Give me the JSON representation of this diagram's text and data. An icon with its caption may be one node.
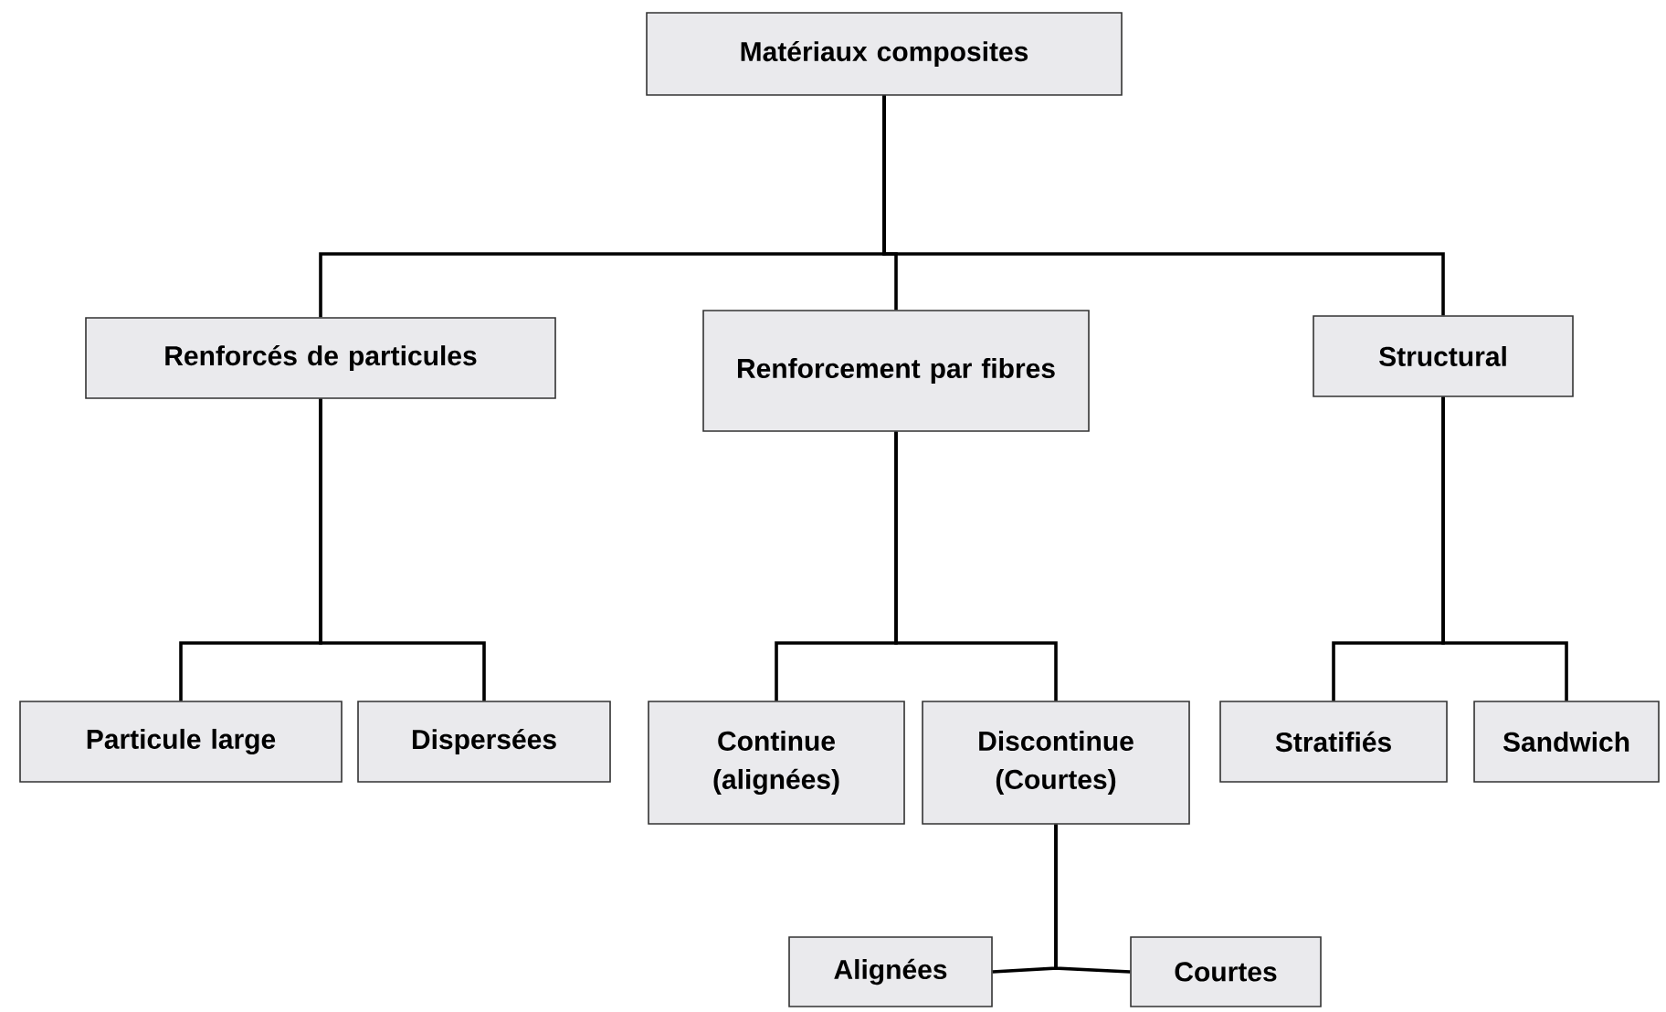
{
  "diagram": {
    "nodes": [
      {
        "text": [
          "Matériaux composites"
        ]
      },
      {
        "text": [
          "Renforcés de particules"
        ]
      },
      {
        "text": [
          "Renforcement par fibres"
        ]
      },
      {
        "text": [
          "Structural"
        ]
      },
      {
        "text": [
          "Particule large"
        ]
      },
      {
        "text": [
          "Dispersées"
        ]
      },
      {
        "text": [
          "Continue (alignées)"
        ]
      },
      {
        "text": [
          "Discontinue (Courtes)"
        ]
      },
      {
        "text": [
          "Stratifiés"
        ]
      },
      {
        "text": [
          "Sandwich"
        ]
      },
      {
        "text": [
          "Alignées"
        ]
      },
      {
        "text": [
          "Courtes"
        ]
      }
    ],
    "edges": [
      {
        "from": 0,
        "to": 1,
        "arrow": "none"
      },
      {
        "from": 0,
        "to": 2,
        "arrow": "none"
      },
      {
        "from": 0,
        "to": 3,
        "arrow": "none"
      },
      {
        "from": 1,
        "to": 4,
        "arrow": "none"
      },
      {
        "from": 1,
        "to": 5,
        "arrow": "none"
      },
      {
        "from": 2,
        "to": 6,
        "arrow": "none"
      },
      {
        "from": 2,
        "to": 7,
        "arrow": "none"
      },
      {
        "from": 3,
        "to": 8,
        "arrow": "none"
      },
      {
        "from": 3,
        "to": 9,
        "arrow": "none"
      },
      {
        "from": 7,
        "to": 10,
        "arrow": "none"
      },
      {
        "from": 7,
        "to": 11,
        "arrow": "none"
      }
    ]
  }
}
